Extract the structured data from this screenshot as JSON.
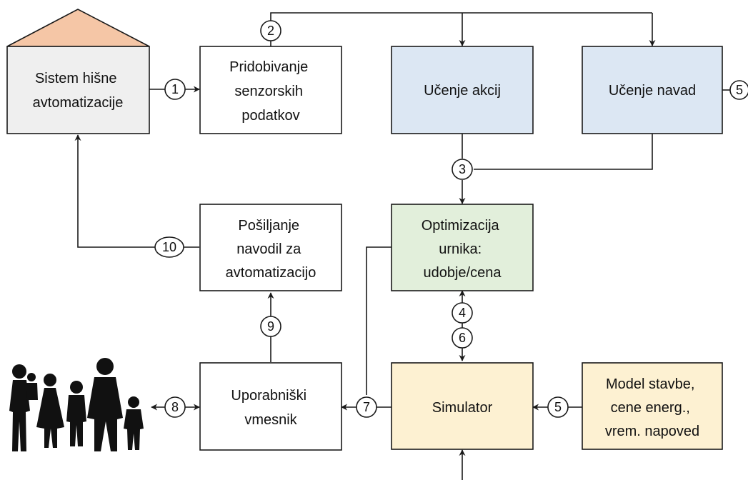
{
  "colors": {
    "stroke": "#1a1a1a",
    "roof": "#f5c6a6",
    "house_box": "#efefef",
    "learning_box": "#dce7f3",
    "optimization_box": "#e2efdb",
    "simulator_box": "#fdf1d2",
    "model_box": "#fdf1d2",
    "plain_box": "#ffffff",
    "silhouette": "#111111"
  },
  "boxes": {
    "house": [
      "Sistem hišne",
      "avtomatizacije"
    ],
    "sensor": [
      "Pridobivanje",
      "senzorskih",
      "podatkov"
    ],
    "actions": [
      "Učenje akcij"
    ],
    "habits": [
      "Učenje navad"
    ],
    "optimization": [
      "Optimizacija",
      "urnika:",
      "udobje/cena"
    ],
    "send": [
      "Pošiljanje",
      "navodil za",
      "avtomatizacijo"
    ],
    "ui": [
      "Uporabniški",
      "vmesnik"
    ],
    "simulator": [
      "Simulator"
    ],
    "model": [
      "Model stavbe,",
      "cene energ.,",
      "vrem. napoved"
    ]
  },
  "steps": {
    "s1": "1",
    "s2": "2",
    "s3": "3",
    "s4": "4",
    "s5a": "5",
    "s5b": "5",
    "s6": "6",
    "s7": "7",
    "s8": "8",
    "s9": "9",
    "s10": "10"
  },
  "icons": {
    "family": "family-silhouette-icon",
    "roof": "house-roof-icon"
  }
}
